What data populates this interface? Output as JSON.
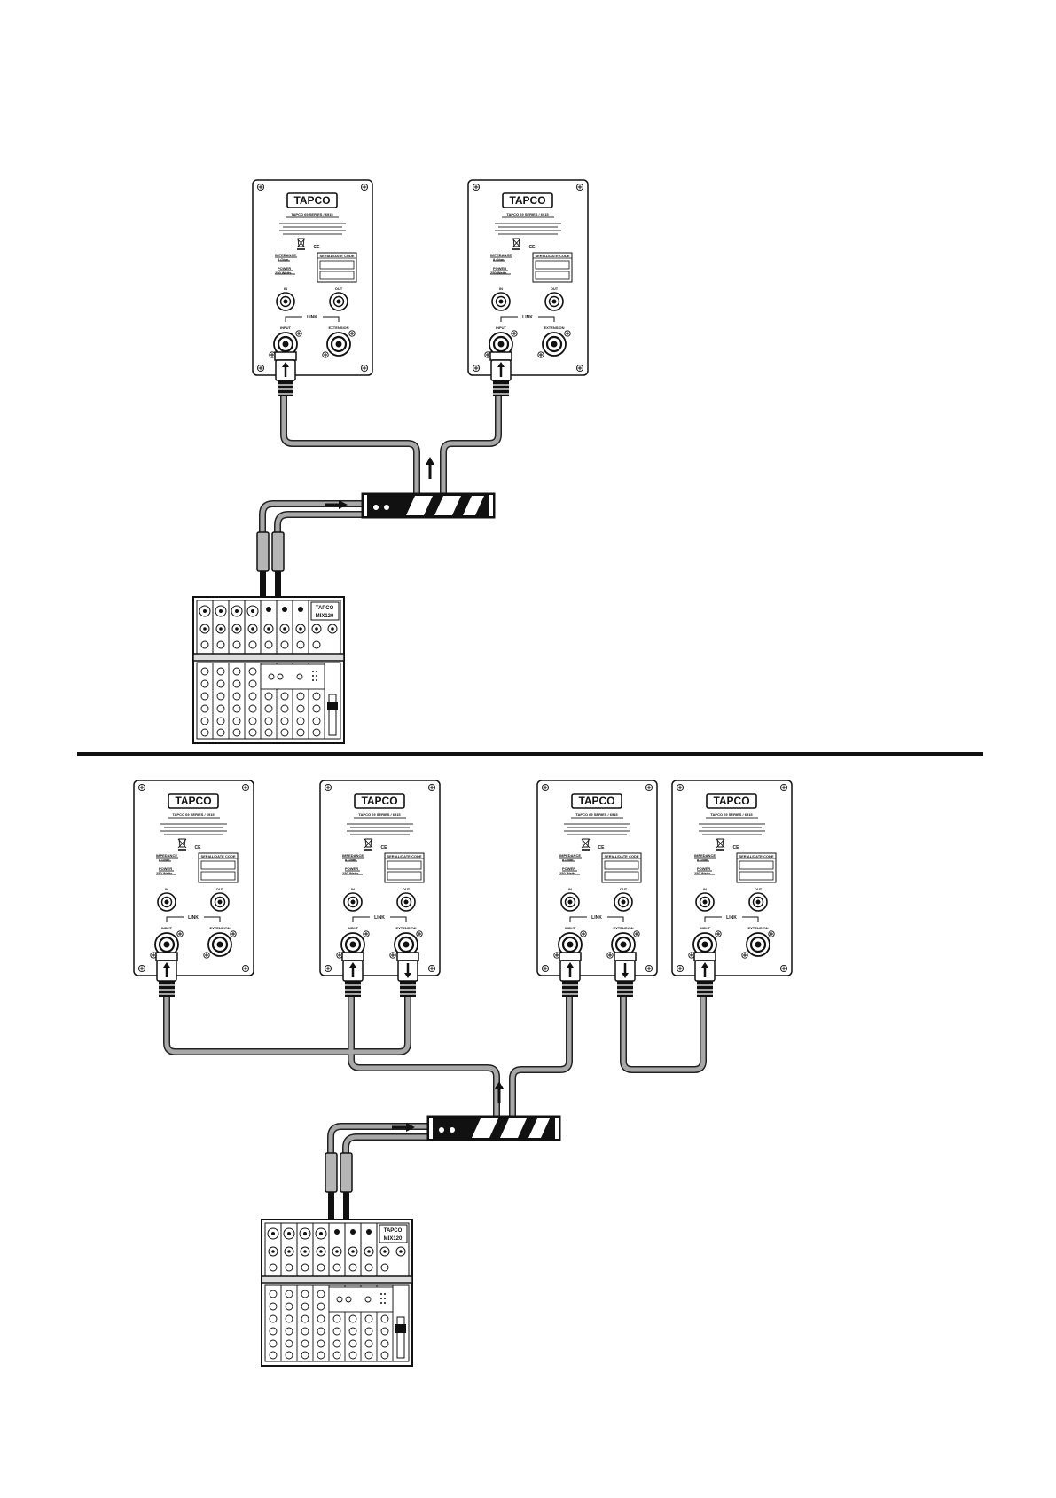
{
  "diagram": {
    "colors": {
      "ink": "#111111",
      "cable": "#a8a8a8",
      "cable_outline": "#222222",
      "panel_fill": "#ffffff",
      "plug_fill": "#b5b5b5"
    },
    "speaker": {
      "brand": "TAPCO",
      "model": "TAPCO 69 SERIES / 6915",
      "fine_print": [
        "DESIGNED IN WOODINVILLE, WA, USA",
        "MANUFACTURED IN CHINA",
        "TAPCO IS A REGISTERED TRADEMARK",
        "OF LOUD TECHNOLOGIES INC."
      ],
      "ce_mark": "CE",
      "impedance_label": "IMPEDANCE",
      "impedance_value": "8 Ohm",
      "power_label": "POWER",
      "power_value": "250 Watts",
      "serial_label": "SERIAL/DATE CODE",
      "in_label": "IN",
      "out_label": "OUT",
      "link_label": "LINK",
      "input_label": "INPUT",
      "extension_label": "EXTENSION"
    },
    "mixer": {
      "brand": "TAPCO",
      "model": "MIX120"
    },
    "setups": [
      {
        "id": "top",
        "speakers": [
          {
            "id": "spk1",
            "input_plug": "up",
            "extension_plug": "none"
          },
          {
            "id": "spk2",
            "input_plug": "up",
            "extension_plug": "none"
          }
        ]
      },
      {
        "id": "bottom",
        "speakers": [
          {
            "id": "spk1",
            "input_plug": "up",
            "extension_plug": "none"
          },
          {
            "id": "spk2",
            "input_plug": "up",
            "extension_plug": "down"
          },
          {
            "id": "spk3",
            "input_plug": "up",
            "extension_plug": "down"
          },
          {
            "id": "spk4",
            "input_plug": "up",
            "extension_plug": "none"
          }
        ]
      }
    ]
  }
}
